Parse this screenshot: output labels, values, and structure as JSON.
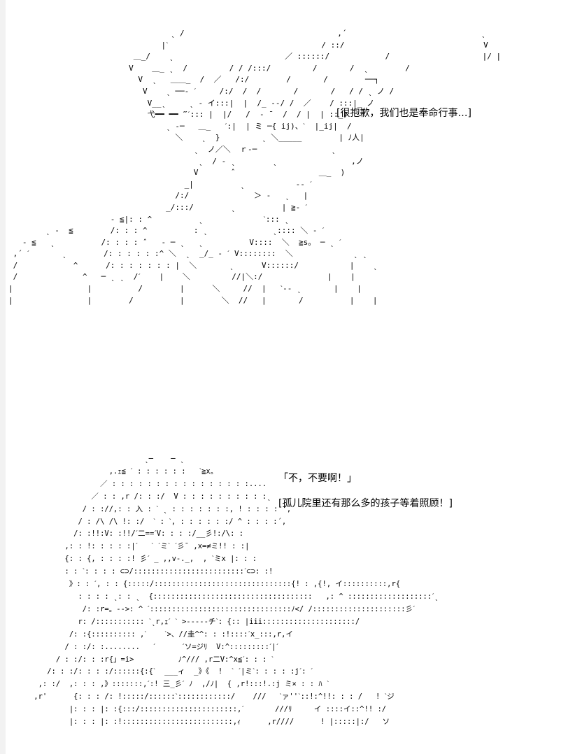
{
  "dialogue": {
    "line_1": "[很抱歉，我们也是奉命行事…]",
    "line_2": "「不，不要啊！」",
    "line_3": "[孤儿院里还有那么多的孩子等着照顾！]"
  },
  "art": {
    "top": "                                   ˎ /                                 ,´                             ˎ\n                                 |ˋ                                 / ::/                              V\n                           ＿_/    ˎ                        ／ ::::::/            /                    |/ |\n                          V    ＿_ ˎ  /         / / /:::/         /       /  ˎ        /\n                            V  ˎ   ＿＿_  /  ／   /:/        /       /        ──┐\n                             V    ˎ ──‐ ˊ     /:/  /  /       /       /   / / ˎ ノ /\n                              V__ˎ     ˎ - イ:::|  |  /_ ‐‐/ /  ／    / :::|_ ノ\n                              弋━━ ━━ ‴ˊ::: |  |/   /  ‐ ˉ  /  / |  | ::_)\n                                  ˎ ‐─   ＿_   ˊ:|  | ミ ─{ ij)、ˋ  |_ij|  /\n                                    ＼    ˎ  }         ˎ ＼_____        | ﾉ人|\n                                        ˎ  ノ／＼  ｒ‐─                ˎ\n                                         ˎ  / ‐ ˎ        ˎ                ,ノ\n                                        V       ˆ                  ＿_  )\n                                      _|          ˎ           ‐‐ ˊ\n                                    /:/              ＞ -   ˎ   |\n                                  _/:::/        ˎ          | ≧‐ ˊ\n                      - ≦|: : ^          ˎ             ˋ::: ˎ\n        ˎ -  ≦        /: : : ^          : ˎ              ˎ:::: ＼ - ˊ\n   - ≦   ˎ          /: : : : ˆ   ‐ ─ ˎ   ˎ          V::::  ＼  ≧s。 ─ ˎ ˊ\n ,´ ˊ       ˎ        /: : : : : :^ ＼  ˎ  _/_ ‐ ˊ V::::::::  ＼             ˎ ˎ\n /            ^      /: : : : : : : |  ＼       ˎ      V::::::/           |    ˎ\n /              ^   ─ ˎ ˎ  /ˊ    |    ＼         //|＼:/              |    |\n|                |          /        |      ＼     //  |   ˋ‐‐ ˎ       |    |\n|                |        /          |        ＼  //   |       /          |    |",
    "bottom": "                                ˎ─    ─ ˎ\n                        ,.ｪ≦ ˊ : : : : : :   ˋ≧x。\n                      ／ : : : : : : : : : : : : : : : :....\n                    ／ : : ,r /: : :/  V : : : : : : : : : :ˎ\n                  / : ://,: : 入 : ˋ ˎ : : : : : : :, ! : : : : ‘,\n                 / : /\\ /\\ !: :/  ˋ : ˋ, : : : : : :/ ^ : : : :´,\n                /: :!!:V: :!!/ˊ二==ˊV: : : :/__彡!:/\\: :\n              ,: : !: : : : :|ˊ   ˋ ˊミˋ ˊ彡ˉ ,x=≠ミ!! : :|\n              {: : {, : : : :! 彡ˊ _ ,,v‐._,  , ˋミx |: : :\n              : : ˋ: : : : ⊂⊃/:::::::::::::::::::::::::ˊ⊂⊃: :!\n               》: : ˊ, : : {:::::/:::::::::::::::::::::::::::::::{! : ,{!, イ::::::::::,r{\n                 : : : : ˎ: : ˎ  {::::::::::::::::::::::::::::::::::::   ,: ^ :::::::::::::::::::ˊˎ\n                  /: :r=。-‐>: ^ ˊ::::::::::::::::::::::::::::::::ﾉ</ /:::::::::::::::::::::彡ˊ\n                 r: /::::::::::: ˋˎr,ｪˊ ˋ >‐‐‐‐‐チˋ: {:: |iii:::::::::::::::::::::/\n               /: :{:::::::::: ,ˋ    ˋ>、//圭^^: : :!::::ˊx_:::,r,イ\n              / : :/: :........   ˊ      ˊソ=ジﾘ  V:^:::::::::ˊ|ˊ\n            / : :/: : :r{」=i>          ﾉ^/// ,r二V:^x≦ˊ: : : ˋ\n          /: : :/: : : :/::::::{:{ˋ  ___ィ  _》《  !  ˋ ˊ|ミˋ: : : : :jˊ: ˊ\n        ,: :/  ,: : : ,》:::::::,ˊ:! 三_彡ˊ ﾉ  ,/ﾉ|  { ,r!:::!.:j ミ× : : ﾊ ˋ\n       ,r'      {: : : /: !:::::/::::::ˋ::::::::::::/    ///   ˋァ''ˋ::!:^!!: : : /   ! ˋジ\n               |: : : |: :{:::/::::::::::::::::::::::,ˊ       ///ﾘ     イ ::::イ::^!! :/\n               |: : : |: :!:::::::::::::::::::::::::,ｨ      ,r////      ! |:::::|:/   ソ"
  }
}
